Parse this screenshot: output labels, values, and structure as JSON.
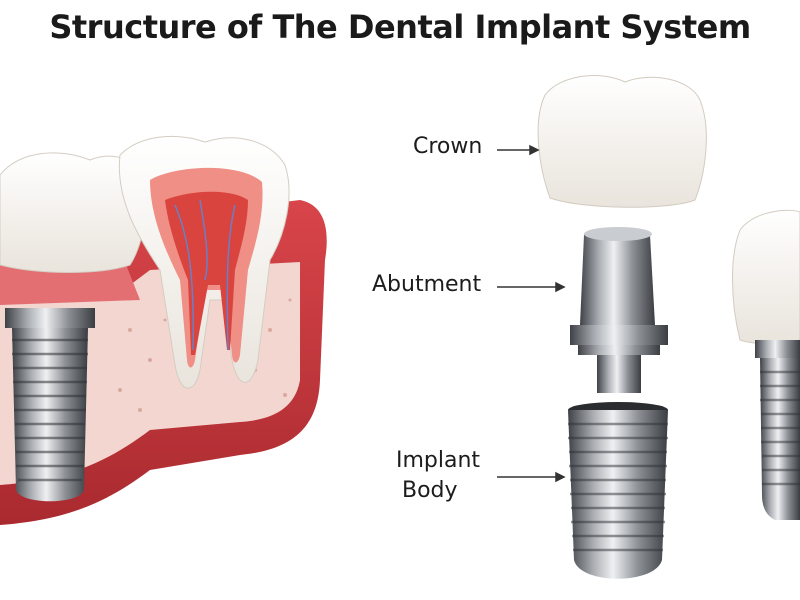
{
  "title": "Structure of The Dental Implant System",
  "labels": {
    "crown": "Crown",
    "abutment": "Abutment",
    "implant_line1": "Implant",
    "implant_line2": "Body"
  },
  "colors": {
    "gum": "#c8363b",
    "gum_light": "#e68a8a",
    "bone": "#f3d6cf",
    "tooth": "#f7f4ef",
    "pulp": "#d9534f",
    "metal_dark": "#4a4d52",
    "metal_light": "#d8dbde"
  }
}
